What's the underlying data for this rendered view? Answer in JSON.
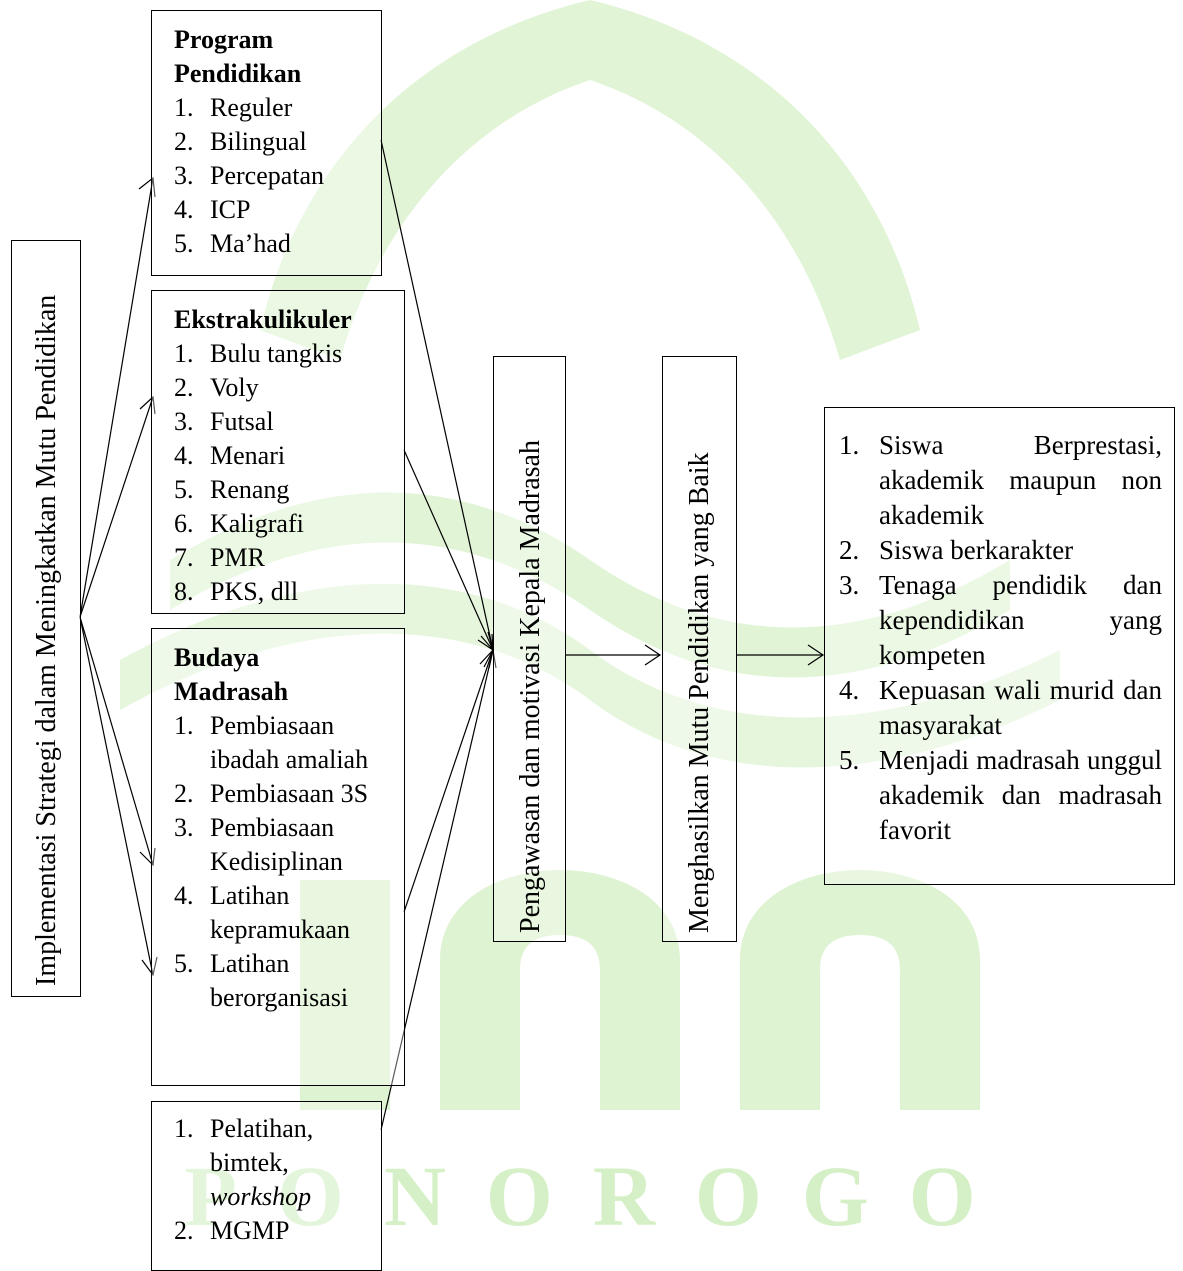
{
  "colors": {
    "watermark": "#c8ebb4",
    "line": "#000000"
  },
  "watermark": {
    "text": "PONOROGO"
  },
  "left_label": "Implementasi Strategi dalam Meningkatkan Mutu Pendidikan",
  "program": {
    "title": "Program Pendidikan",
    "items": [
      {
        "n": "1.",
        "t": "Reguler"
      },
      {
        "n": "2.",
        "t": "Bilingual"
      },
      {
        "n": "3.",
        "t": "Percepatan"
      },
      {
        "n": "4.",
        "t": "ICP"
      },
      {
        "n": "5.",
        "t": "Ma’had"
      }
    ]
  },
  "ekstra": {
    "title": "Ekstrakulikuler",
    "items": [
      {
        "n": "1.",
        "t": "Bulu tangkis"
      },
      {
        "n": "2.",
        "t": "Voly"
      },
      {
        "n": "3.",
        "t": "Futsal"
      },
      {
        "n": "4.",
        "t": "Menari"
      },
      {
        "n": "5.",
        "t": "Renang"
      },
      {
        "n": "6.",
        "t": "Kaligrafi"
      },
      {
        "n": "7.",
        "t": "PMR"
      },
      {
        "n": "8.",
        "t": "PKS, dll"
      }
    ]
  },
  "budaya": {
    "title": "Budaya Madrasah",
    "items": [
      {
        "n": "1.",
        "t": "Pembiasaan ibadah amaliah"
      },
      {
        "n": "2.",
        "t": "Pembiasaan 3S"
      },
      {
        "n": "3.",
        "t": "Pembiasaan Kedisiplinan"
      },
      {
        "n": "4.",
        "t": "Latihan kepramukaan"
      },
      {
        "n": "5.",
        "t": "Latihan berorganisasi"
      }
    ]
  },
  "pelatihan": {
    "item1_a": "Pelatihan, bimtek,",
    "item1_b": "workshop",
    "item1_n": "1.",
    "item2_n": "2.",
    "item2": "MGMP"
  },
  "middle_label": "Pengawasan dan motivasi Kepala Madrasah",
  "result_label": "Menghasilkan Mutu Pendidikan yang Baik",
  "outcomes": {
    "items": [
      {
        "n": "1.",
        "t": "Siswa Berprestasi, akademik maupun non akademik"
      },
      {
        "n": "2.",
        "t": "Siswa berkarakter"
      },
      {
        "n": "3.",
        "t": "Tenaga pendidik dan kependidikan yang kompeten"
      },
      {
        "n": "4.",
        "t": "Kepuasan wali murid dan masyarakat"
      },
      {
        "n": "5.",
        "t": "Menjadi madrasah unggul akademik dan madrasah favorit"
      }
    ]
  }
}
